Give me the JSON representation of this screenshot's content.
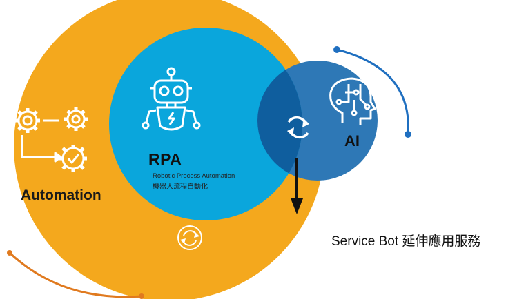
{
  "automation": {
    "label": "Automation"
  },
  "rpa": {
    "label": "RPA",
    "subtitle_en": "Robotic Process Automation",
    "subtitle_zh": "機器人流程自動化"
  },
  "ai": {
    "label": "AI"
  },
  "service_bot": {
    "label": "Service Bot 延伸應用服務"
  },
  "colors": {
    "automation_orange": "#F4A81D",
    "rpa_blue": "#0AA6DC",
    "ai_blue": "#2E78B6",
    "overlap_blue": "#0F5E9E",
    "accent_arc_blue": "#1F6FC0",
    "accent_arc_orange": "#E07A1F",
    "arrow_black": "#111111"
  },
  "icons": {
    "gears": "gears-workflow-icon",
    "robot": "robot-icon",
    "ai_head": "ai-head-circuit-icon",
    "sync": "sync-arrows-icon",
    "sync_small": "sync-small-icon",
    "arrow": "down-arrow-icon"
  }
}
